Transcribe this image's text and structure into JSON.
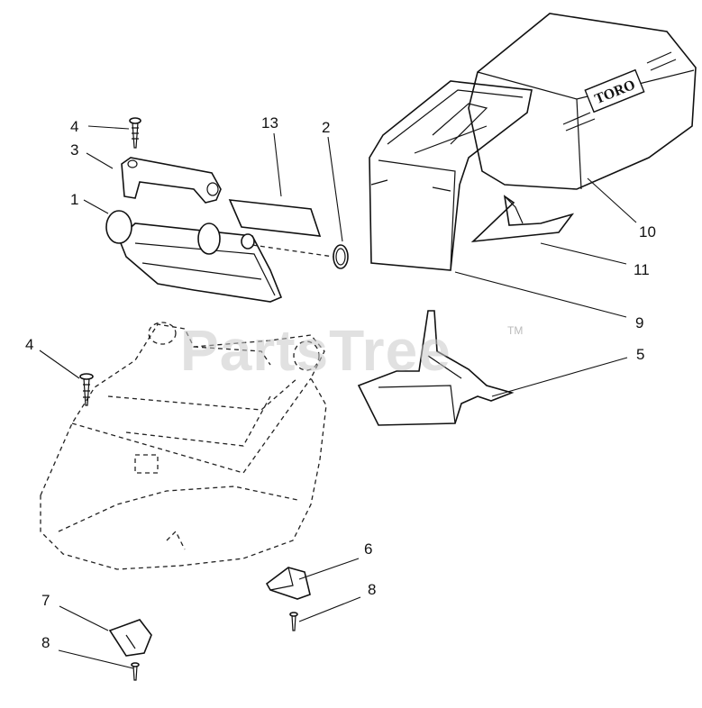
{
  "callouts": {
    "c1": "1",
    "c2": "2",
    "c3": "3",
    "c4a": "4",
    "c4b": "4",
    "c5": "5",
    "c6": "6",
    "c7": "7",
    "c8a": "8",
    "c8b": "8",
    "c9": "9",
    "c10": "10",
    "c11": "11",
    "c13": "13"
  },
  "watermark": {
    "text": "PartsTree",
    "tm": "TM"
  },
  "logo": {
    "text": "TORO"
  }
}
